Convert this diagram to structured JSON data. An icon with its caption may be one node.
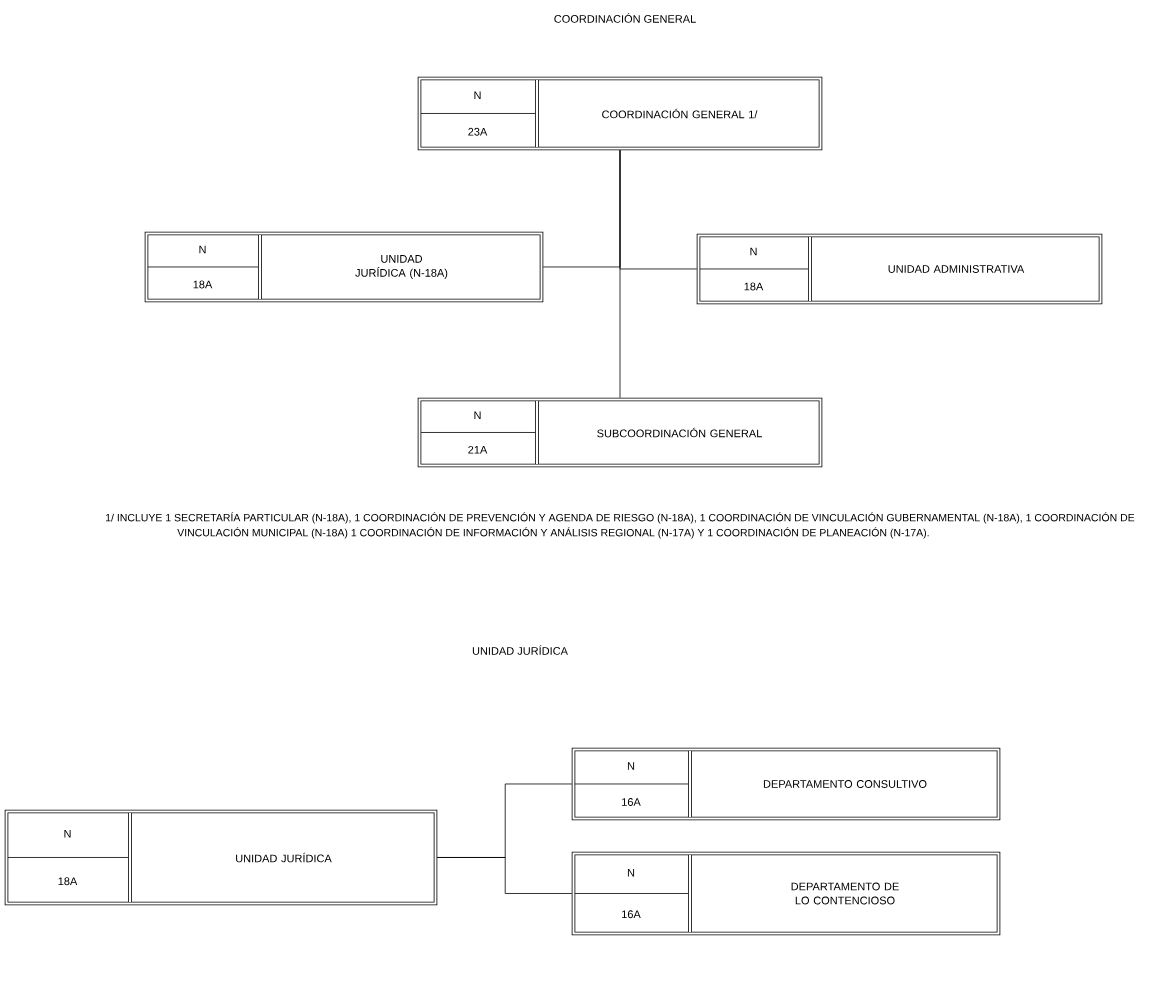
{
  "diagram": {
    "nodes": [
      {
        "text": [
          "N",
          "23A",
          "COORDINACIÓN GENERAL 1/"
        ]
      },
      {
        "text": [
          "N",
          "18A",
          "UNIDAD JURÍDICA (N-18A)"
        ]
      },
      {
        "text": [
          "N",
          "18A",
          "UNIDAD ADMINISTRATIVA"
        ]
      },
      {
        "text": [
          "N",
          "21A",
          "SUBCOORDINACIÓN GENERAL"
        ]
      },
      {
        "text": [
          "N",
          "18A",
          "UNIDAD JURÍDICA"
        ]
      },
      {
        "text": [
          "N",
          "16A",
          "DEPARTAMENTO CONSULTIVO"
        ]
      },
      {
        "text": [
          "N",
          "16A",
          "DEPARTAMENTO DE LO CONTENCIOSO"
        ]
      }
    ],
    "edges": [
      {
        "from": 0,
        "to": 1,
        "arrow": "none"
      },
      {
        "from": 0,
        "to": 2,
        "arrow": "none"
      },
      {
        "from": 0,
        "to": 3,
        "arrow": "none"
      },
      {
        "from": 4,
        "to": 5,
        "arrow": "none"
      },
      {
        "from": 4,
        "to": 6,
        "arrow": "none"
      }
    ],
    "labels": [
      "COORDINACIÓN GENERAL",
      "1/ INCLUYE 1 SECRETARÍA PARTICULAR (N-18A), 1 COORDINACIÓN DE PREVENCIÓN Y AGENDA DE RIESGO (N-18A), 1 COORDINACIÓN DE VINCULACIÓN GUBERNAMENTAL (N-18A), 1 COORDINACIÓN DE VINCULACIÓN MUNICIPAL (N-18A) 1 COORDINACIÓN DE INFORMACIÓN Y ANÁLISIS REGIONAL (N-17A) Y 1 COORDINACIÓN DE PLANEACIÓN (N-17A).",
      "UNIDAD JURÍDICA"
    ]
  }
}
